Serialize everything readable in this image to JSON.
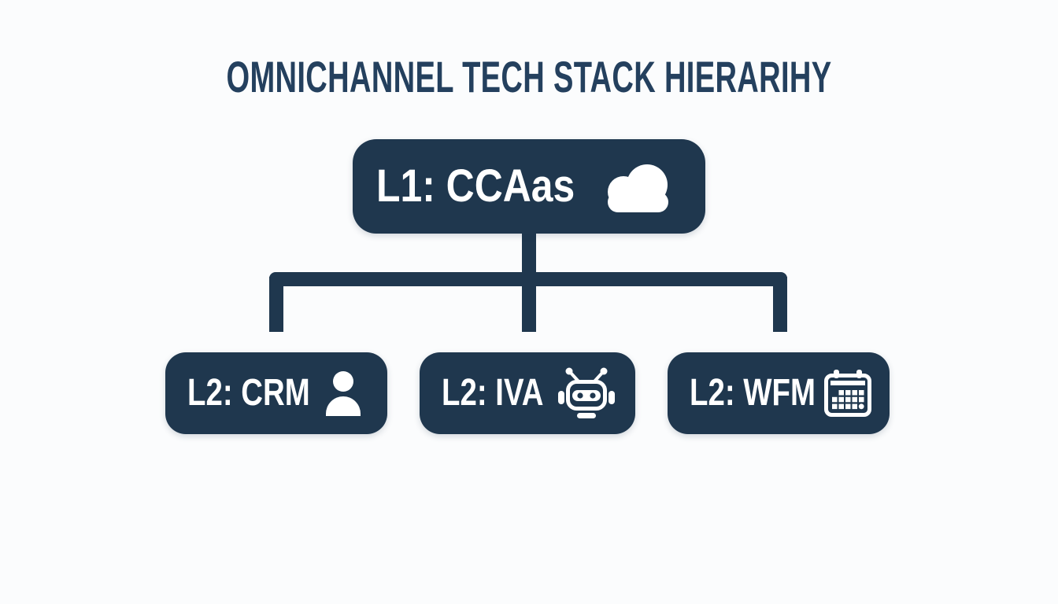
{
  "title": "OMNICHANNEL TECH STACK HIERARIHY",
  "colors": {
    "navy": "#1f374e",
    "title_text": "#24405e",
    "background": "#fbfcfd",
    "node_text": "#ffffff"
  },
  "hierarchy": {
    "root": {
      "id": "l1-ccaas",
      "label": "L1: CCAas",
      "icon": "cloud-icon"
    },
    "children": [
      {
        "id": "l2-crm",
        "label": "L2: CRM",
        "icon": "person-icon"
      },
      {
        "id": "l2-iva",
        "label": "L2: IVA",
        "icon": "robot-icon"
      },
      {
        "id": "l2-wfm",
        "label": "L2: WFM",
        "icon": "calendar-icon"
      }
    ]
  }
}
